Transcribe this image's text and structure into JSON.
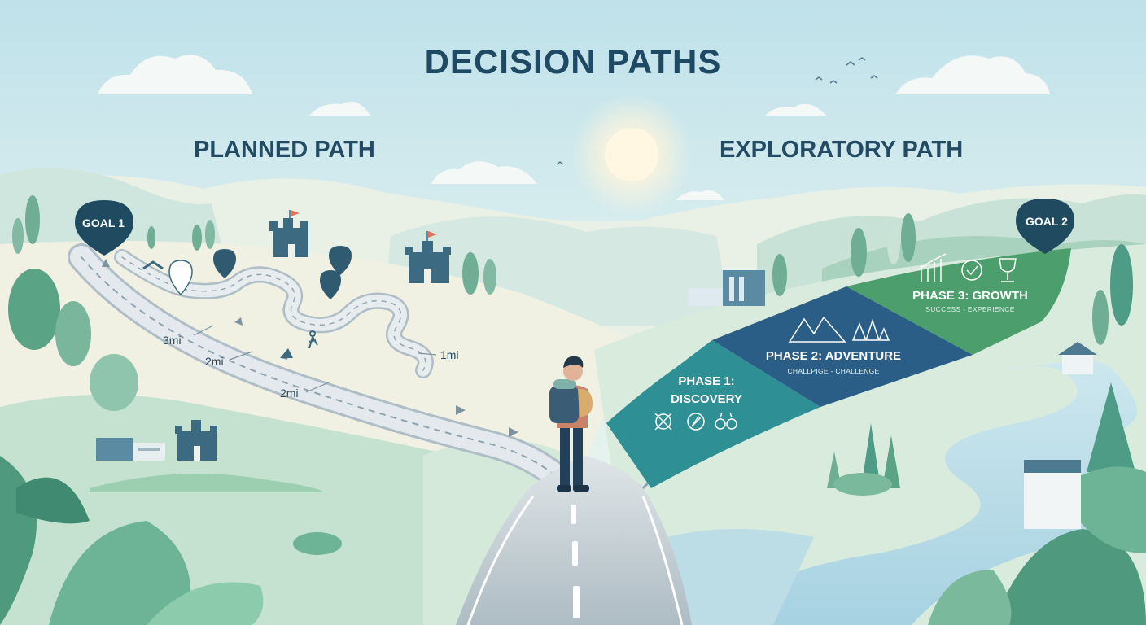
{
  "title": "DECISION PATHS",
  "left_path": {
    "title": "PLANNED PATH",
    "goal": "GOAL 1",
    "distances": [
      "3mi",
      "2mi",
      "2mi",
      "1mi"
    ]
  },
  "right_path": {
    "title": "EXPLORATORY PATH",
    "goal": "GOAL 2",
    "phases": [
      {
        "title_line1": "PHASE 1:",
        "title_line2": "DISCOVERY",
        "subtitle": "",
        "icons": [
          "compass-star-icon",
          "compass-icon",
          "binoculars-icon"
        ]
      },
      {
        "title_line1": "PHASE 2: ADVENTURE",
        "title_line2": "",
        "subtitle": "CHALLPIGE - CHALLENGE",
        "icons": [
          "mountains-icon",
          "forest-icon"
        ]
      },
      {
        "title_line1": "PHASE 3: GROWTH",
        "title_line2": "",
        "subtitle": "SUCCESS - EXPERIENCE",
        "icons": [
          "growth-chart-icon",
          "gear-check-icon",
          "trophy-icon"
        ]
      }
    ]
  },
  "colors": {
    "sky_top": "#cde8ee",
    "sky_bottom": "#e9f3ec",
    "title_navy": "#1f4a64",
    "phase1_teal": "#2e8f95",
    "phase2_blue": "#2a5e86",
    "phase3_green": "#4c9f6c",
    "pin_navy": "#1f4a5f",
    "road_gray": "#c4ced3"
  }
}
